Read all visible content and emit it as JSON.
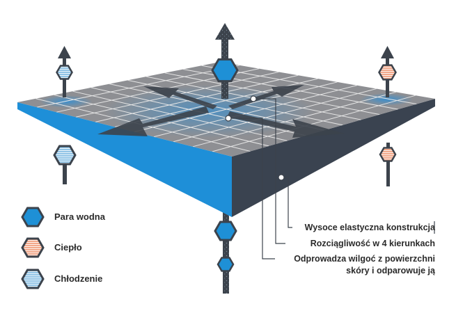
{
  "legend": {
    "items": [
      {
        "label": "Para wodna",
        "icon": "water-vapor-hexagon-icon",
        "fill": "#1e90d6"
      },
      {
        "label": "Ciepło",
        "icon": "heat-hexagon-icon",
        "fill": "#f2a88a"
      },
      {
        "label": "Chłodzenie",
        "icon": "cooling-hexagon-icon",
        "fill": "#9fcbe8"
      }
    ]
  },
  "callouts": {
    "elastic": "Wysoce elastyczna konstrukcja",
    "stretch": "Rozciągliwość w 4 kierunkach",
    "moisture_line1": "Odprowadza wilgoć z powierzchni",
    "moisture_line2": "skóry i odparowuje ją"
  },
  "colors": {
    "fabric_top": "#8e8f93",
    "fabric_edge_blue": "#1e8fd8",
    "fabric_edge_dark": "#3a4350",
    "arrow": "#3c434c",
    "water": "#1e90d6",
    "heat": "#f2a88a",
    "cooling": "#9fcbe8"
  }
}
